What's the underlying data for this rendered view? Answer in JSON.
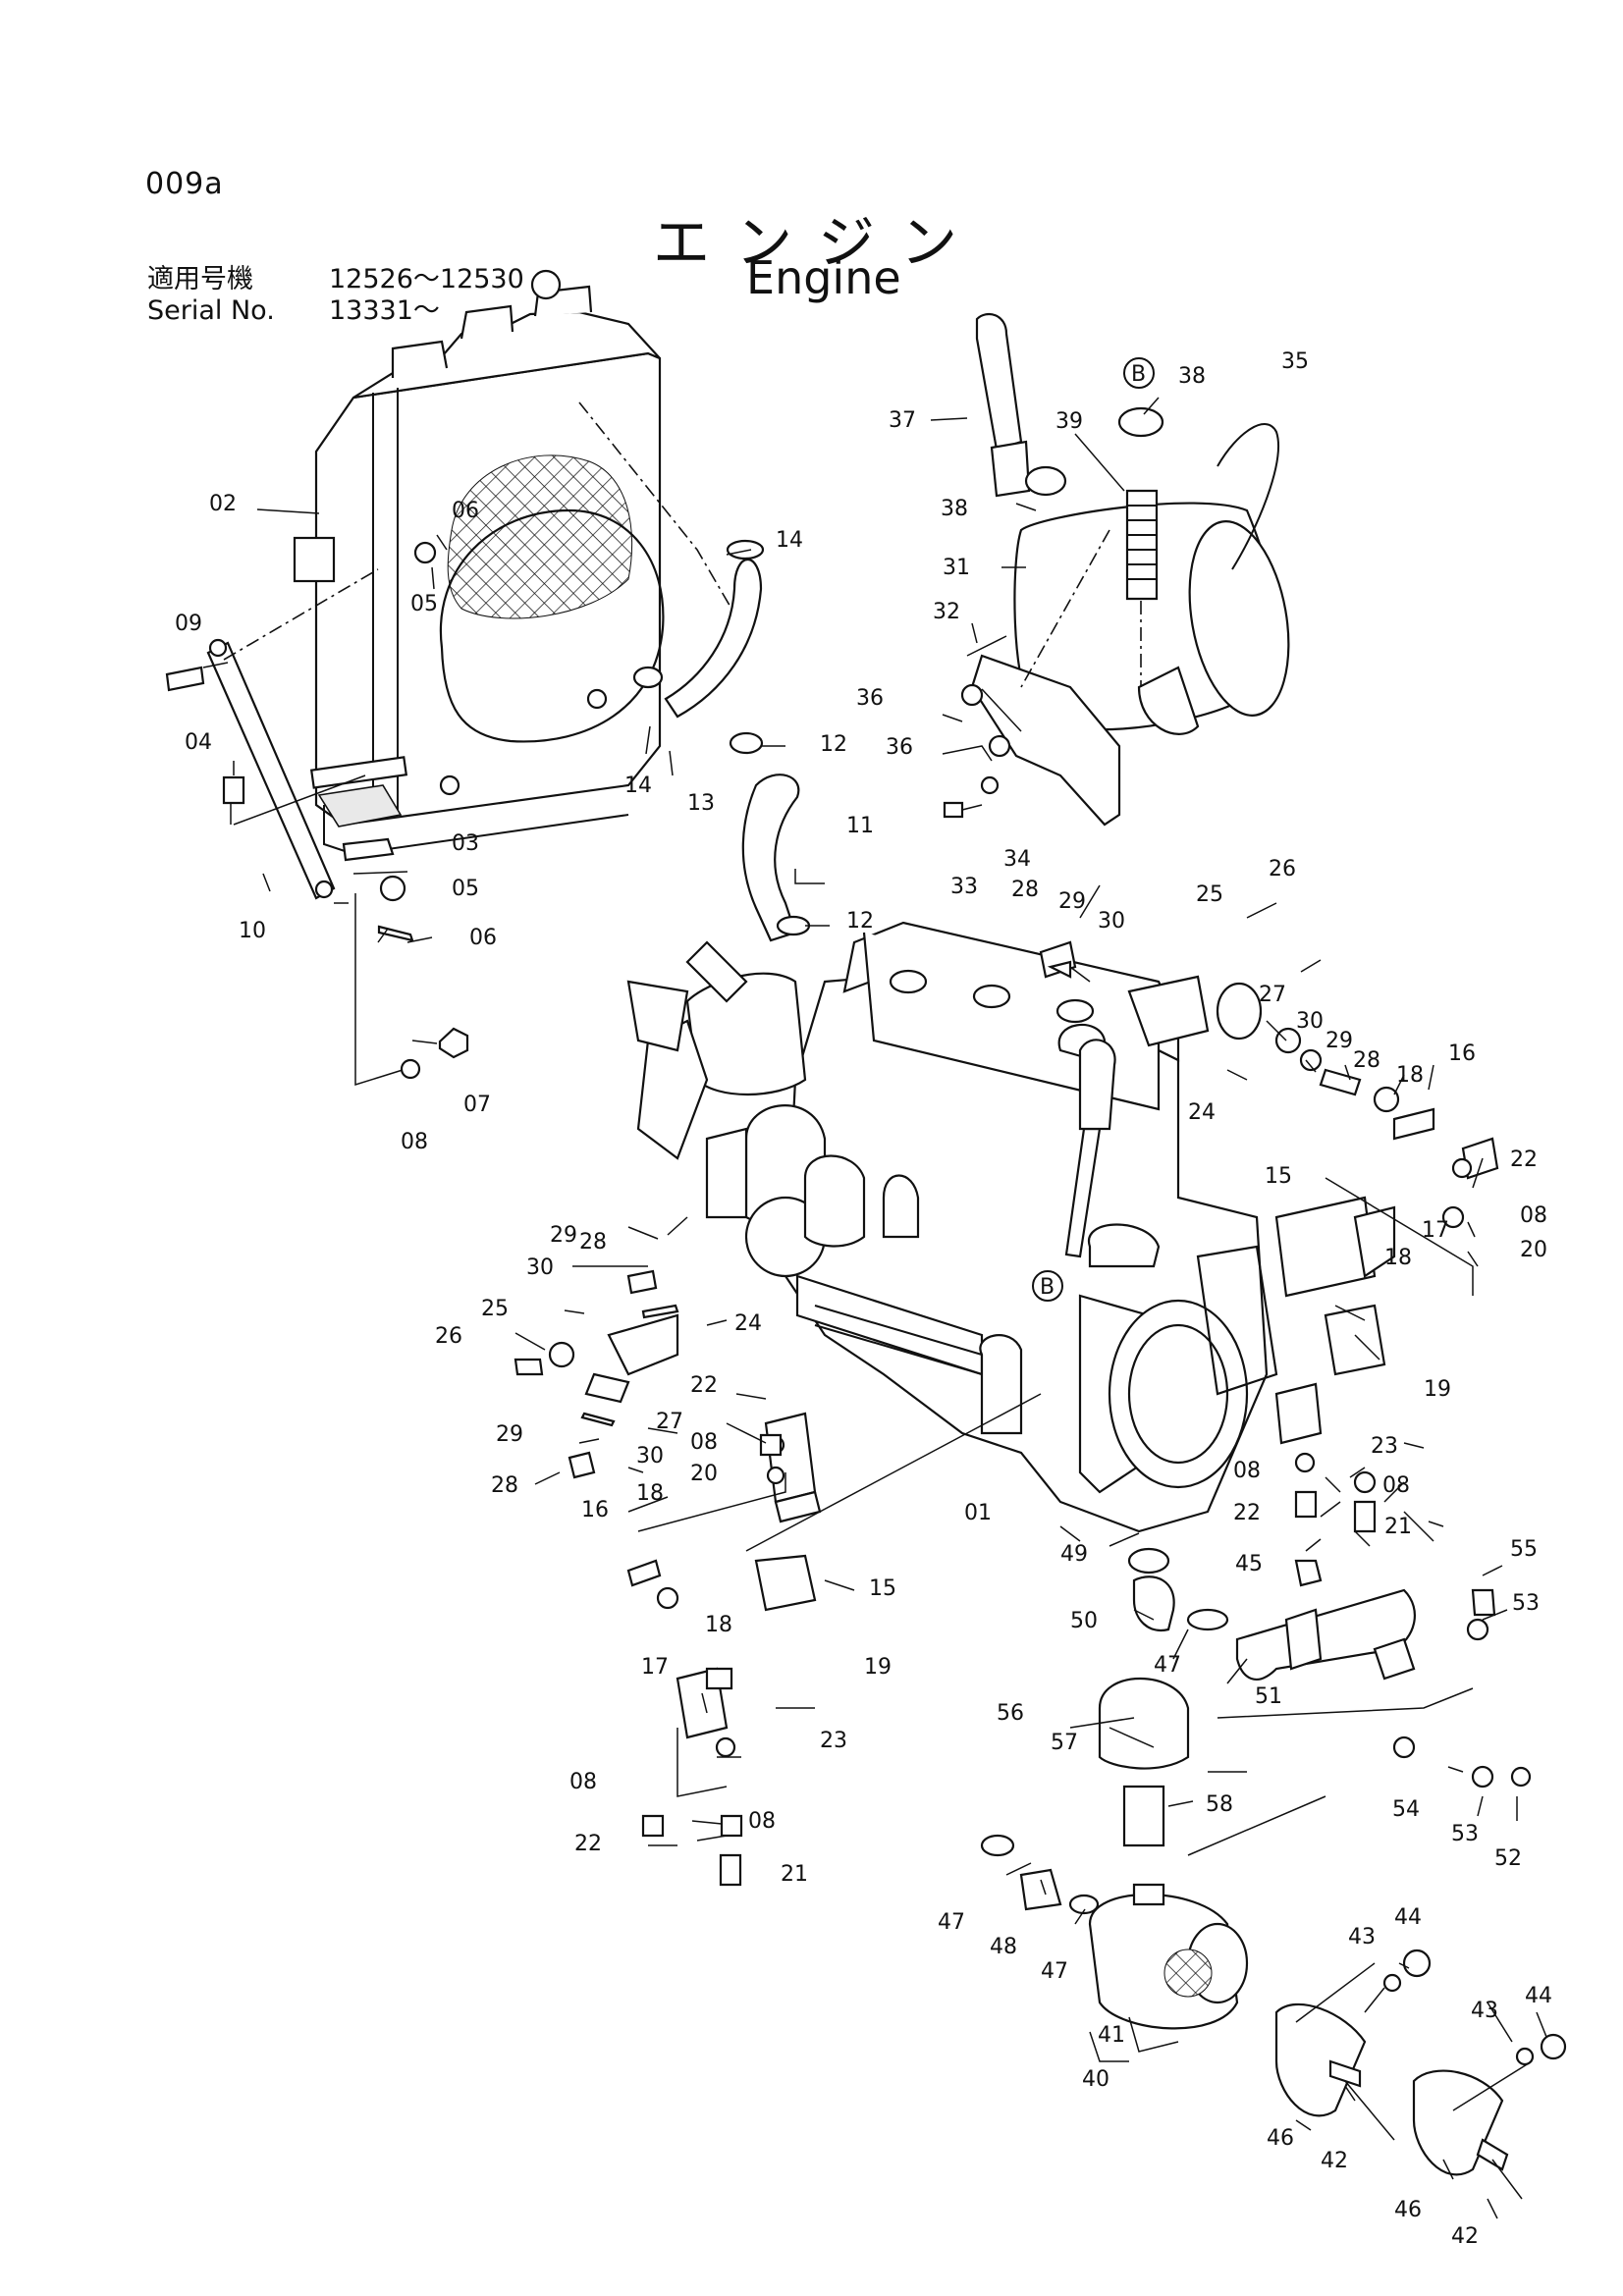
{
  "page_id": "009a",
  "title_jp": "エンジン",
  "title_en": "Engine",
  "serial": {
    "label_jp": "適用号機",
    "range_jp": "12526～12530",
    "label_en": "Serial No.",
    "range_en": "13331～"
  },
  "callouts": {
    "c37": "37",
    "cB1": "B",
    "c38a": "38",
    "c35": "35",
    "c39": "39",
    "c38b": "38",
    "c31": "31",
    "c32": "32",
    "c36a": "36",
    "c36b": "36",
    "c33": "33",
    "c34": "34",
    "c02": "02",
    "c06a": "06",
    "c05a": "05",
    "c09": "09",
    "c04": "04",
    "c14a": "14",
    "c14b": "14",
    "c13": "13",
    "c12a": "12",
    "c11": "11",
    "c12b": "12",
    "c03": "03",
    "c05b": "05",
    "c10": "10",
    "c06b": "06",
    "c07": "07",
    "c08a": "08",
    "c28a": "28",
    "c29a": "29",
    "c30a": "30",
    "c25a": "25",
    "c26a": "26",
    "c27a": "27",
    "c30b": "30",
    "c29b": "29",
    "c28b": "28",
    "c24a": "24",
    "c18a": "18",
    "c16a": "16",
    "c22a": "22",
    "c15a": "15",
    "c17a": "17",
    "c08b": "08",
    "c18b": "18",
    "c20a": "20",
    "c19a": "19",
    "cB2": "B",
    "c28c": "28",
    "c29c": "29",
    "c30c": "30",
    "c25b": "25",
    "c24b": "24",
    "c26b": "26",
    "c22b": "22",
    "c27b": "27",
    "c29d": "29",
    "c30d": "30",
    "c08c": "08",
    "c28d": "28",
    "c20b": "20",
    "c16b": "16",
    "c18c": "18",
    "c01": "01",
    "c23a": "23",
    "c08d": "08",
    "c08e": "08",
    "c22c": "22",
    "c21a": "21",
    "c49": "49",
    "c45": "45",
    "c55": "55",
    "c53a": "53",
    "c50": "50",
    "c47a": "47",
    "c18d": "18",
    "c15b": "15",
    "c17b": "17",
    "c19b": "19",
    "c51": "51",
    "c56": "56",
    "c57": "57",
    "c23b": "23",
    "c08f": "08",
    "c58": "58",
    "c54": "54",
    "c53b": "53",
    "c52": "52",
    "c22d": "22",
    "c08g": "08",
    "c21b": "21",
    "c47b": "47",
    "c48": "48",
    "c47c": "47",
    "c43a": "43",
    "c44a": "44",
    "c41": "41",
    "c40": "40",
    "c43b": "43",
    "c44b": "44",
    "c46a": "46",
    "c42a": "42",
    "c46b": "46",
    "c42b": "42"
  }
}
